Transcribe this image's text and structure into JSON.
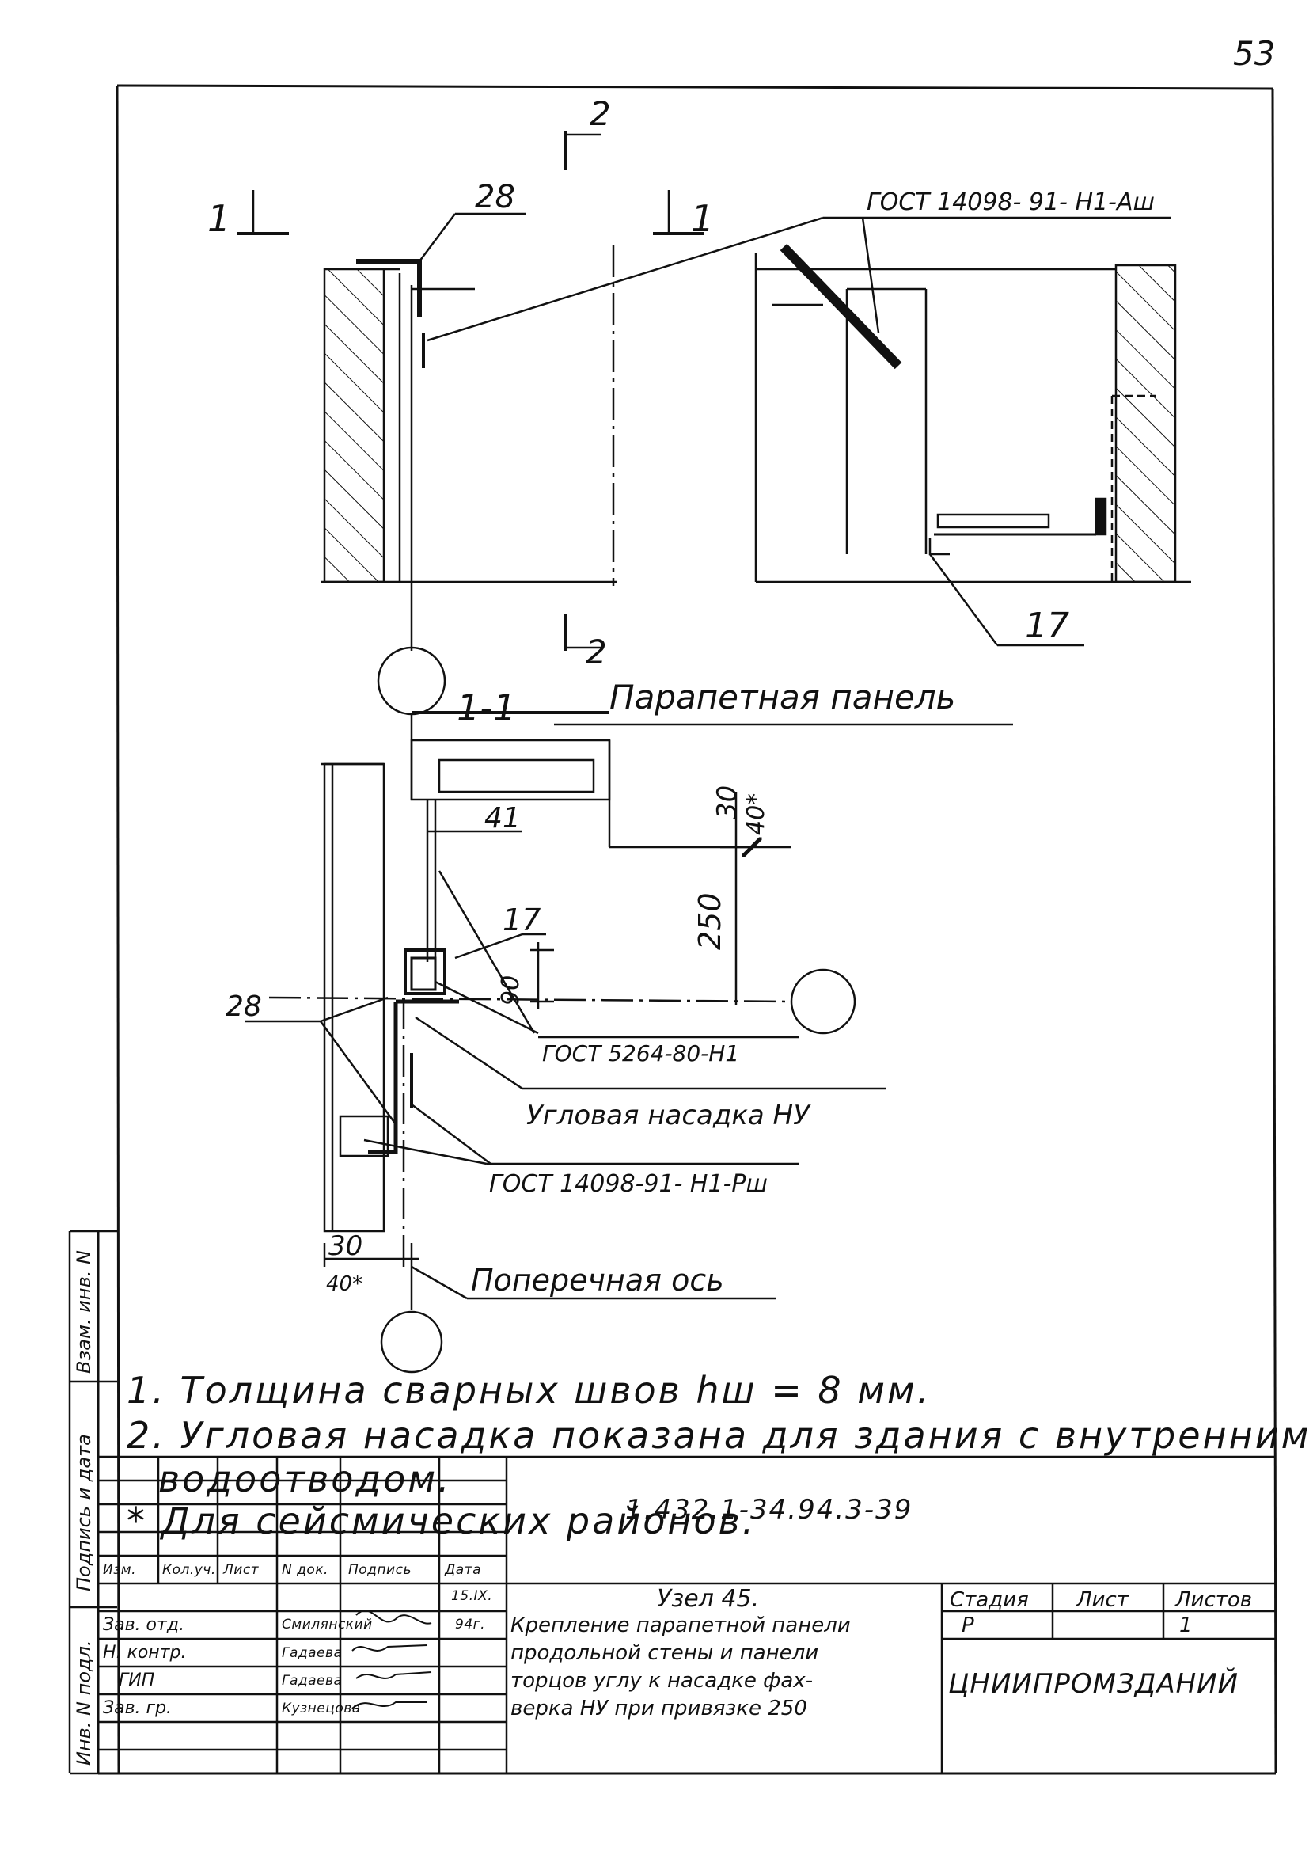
{
  "page_number": "53",
  "drawing": {
    "section_mark_1": "1",
    "section_mark_2": "2",
    "section_label": "1-1",
    "callout_28_top": "28",
    "callout_gost_top": "ГОСТ 14098- 91- Н1-Аш",
    "callout_17_top": "17",
    "callout_parapet": "Парапетная панель",
    "dim_30": "30",
    "dim_40": "40*",
    "dim_250": "250",
    "dim_90": "90",
    "callout_41": "41",
    "callout_17_mid": "17",
    "callout_28_mid": "28",
    "callout_gost_5264": "ГОСТ 5264-80-Н1",
    "callout_corner": "Угловая насадка НУ",
    "callout_gost_rsh": "ГОСТ 14098-91- Н1-Рш",
    "dim_30_bottom": "30",
    "dim_40_bottom": "40*",
    "callout_axis": "Поперечная ось"
  },
  "notes": [
    "1. Толщина сварных швов hш = 8 мм.",
    "2. Угловая насадка показана для здания с внутренним",
    "водоотводом.",
    "* Для сейсмических районов."
  ],
  "side_stamp": {
    "inv_orig": "Инв. N подл.",
    "signature_date": "Подпись и дата",
    "replaces_inv": "Взам. инв. N"
  },
  "title_block": {
    "document_code": "1.432.1-34.94.3-39",
    "headers": [
      "Изм.",
      "Кол.уч.",
      "Лист",
      "N док.",
      "Подпись",
      "Дата"
    ],
    "date_values": [
      "15.IX.",
      "94г."
    ],
    "rows": [
      {
        "role": "Зав. отд.",
        "name": "Смилянский"
      },
      {
        "role": "Н. контр.",
        "name": "Гадаева"
      },
      {
        "role": "ГИП",
        "name": "Гадаева"
      },
      {
        "role": "Зав. гр.",
        "name": "Кузнецова"
      }
    ],
    "node_title": "Узел 45.",
    "description": [
      "Крепление парапетной панели",
      "продольной стены и панели",
      "торцов углу к насадке фах-",
      "верка НУ при привязке 250"
    ],
    "stage_label": "Стадия",
    "sheet_label": "Лист",
    "sheets_label": "Листов",
    "stage_value": "Р",
    "sheet_value": "1",
    "organization": "ЦНИИПРОМЗДАНИЙ"
  }
}
